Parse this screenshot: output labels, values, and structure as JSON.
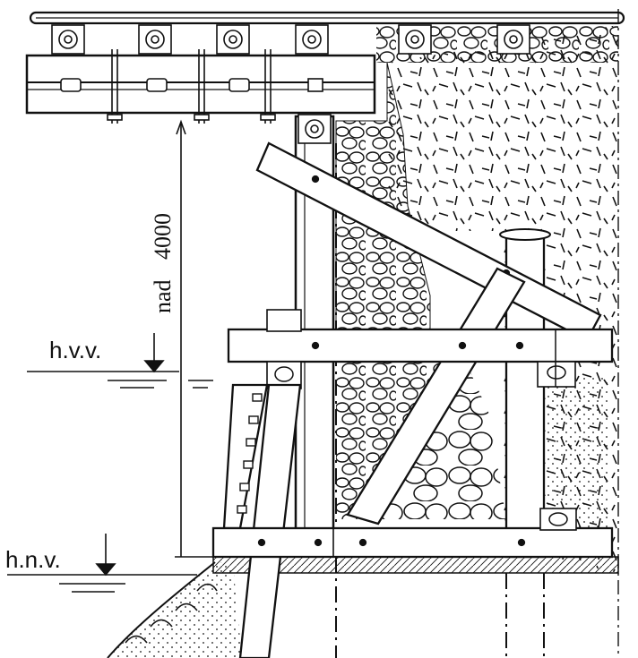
{
  "labels": {
    "high_water": "h.v.v.",
    "low_water": "h.n.v.",
    "height_prefix": "nad",
    "height_value": "4000"
  },
  "colors": {
    "ink": "#111111",
    "paper": "#ffffff"
  }
}
